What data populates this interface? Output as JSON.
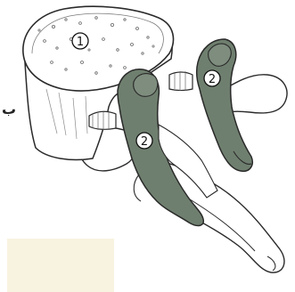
{
  "callouts": {
    "body_label": "1",
    "arch_label_upper": "2",
    "arch_label_lower": "2"
  },
  "side_mark": "ب",
  "colors": {
    "shading": "#6f7f6f",
    "outline": "#2a2a2a",
    "paper": "#ffffff",
    "stain": "#f4eccf"
  }
}
